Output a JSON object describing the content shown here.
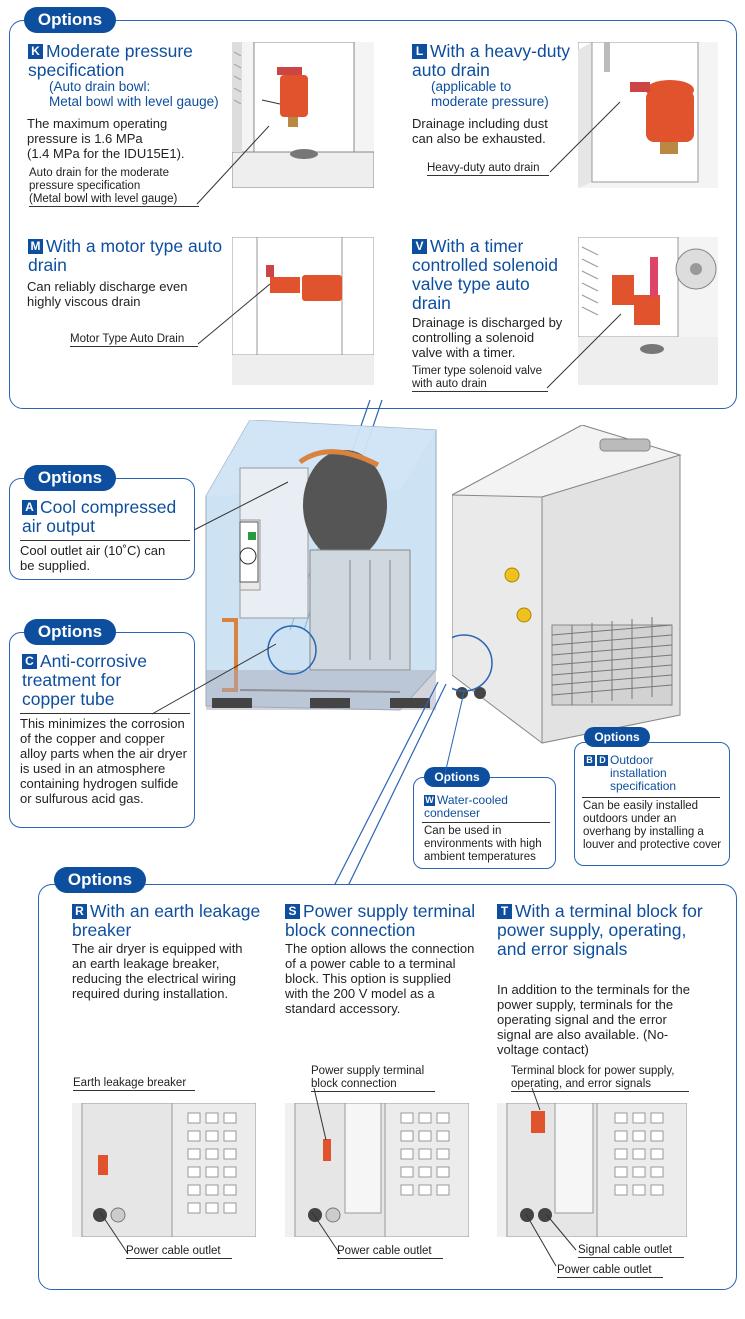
{
  "colors": {
    "accent": "#0d4e9e",
    "border": "#2a64b4",
    "orange": "#e0532c"
  },
  "top_panel": {
    "pill": "Options",
    "k": {
      "badge": "K",
      "title": "Moderate pressure specification",
      "sub1": "(Auto drain bowl:",
      "sub2": "Metal bowl with level gauge)",
      "desc1": "The maximum operating",
      "desc2": "pressure is 1.6 MPa",
      "desc3": "(1.4 MPa for the IDU15E1).",
      "callout1": "Auto drain for the moderate",
      "callout2": "pressure specification",
      "callout3": "(Metal bowl with level gauge)"
    },
    "l": {
      "badge": "L",
      "title": "With a heavy-duty auto drain",
      "sub1": "(applicable to",
      "sub2": "moderate pressure)",
      "desc1": "Drainage including dust",
      "desc2": "can also be exhausted.",
      "callout": "Heavy-duty auto drain"
    },
    "m": {
      "badge": "M",
      "title": "With a motor type auto drain",
      "desc1": "Can reliably discharge even",
      "desc2": "highly viscous drain",
      "callout": "Motor Type Auto Drain"
    },
    "v": {
      "badge": "V",
      "title": "With a timer controlled solenoid valve type auto drain",
      "desc1": "Drainage is discharged by",
      "desc2": "controlling a solenoid",
      "desc3": "valve with a timer.",
      "callout1": "Timer type solenoid valve",
      "callout2": "with auto drain"
    }
  },
  "option_a": {
    "pill": "Options",
    "badge": "A",
    "title": "Cool compressed air output",
    "desc1": "Cool outlet air (10˚C) can",
    "desc2": "be supplied."
  },
  "option_c": {
    "pill": "Options",
    "badge": "C",
    "title": "Anti-corrosive treatment for copper tube",
    "desc": "This minimizes the corrosion of the copper and copper alloy parts when the air dryer is used in an atmosphere containing hydrogen sulfide or sulfurous acid gas."
  },
  "option_w": {
    "pill": "Options",
    "badge": "W",
    "title": "Water-cooled condenser",
    "desc": "Can be used in environments with high ambient temperatures"
  },
  "option_bd": {
    "pill": "Options",
    "badge1": "B",
    "badge2": "D",
    "title": "Outdoor installation specification",
    "desc": "Can be easily installed outdoors under an overhang by installing a louver and protective cover"
  },
  "bottom_panel": {
    "pill": "Options",
    "r": {
      "badge": "R",
      "title": "With an earth leakage breaker",
      "desc": "The air dryer is equipped with an earth leakage breaker, reducing the electrical wiring required during installation.",
      "callout": "Earth leakage breaker",
      "outlet": "Power cable outlet"
    },
    "s": {
      "badge": "S",
      "title": "Power supply terminal block connection",
      "desc": "The option allows the connection of a power cable to a terminal block. This option is supplied with the 200 V model as a standard accessory.",
      "callout1": "Power supply terminal",
      "callout2": "block connection",
      "outlet": "Power cable outlet"
    },
    "t": {
      "badge": "T",
      "title": "With a terminal block for power supply, operating, and error signals",
      "desc": "In addition to the terminals for the power supply, terminals for the operating signal and the error signal are also available. (No-voltage contact)",
      "callout1": "Terminal block for power supply,",
      "callout2": "operating, and error signals",
      "signal_outlet": "Signal cable outlet",
      "outlet": "Power cable outlet"
    }
  }
}
